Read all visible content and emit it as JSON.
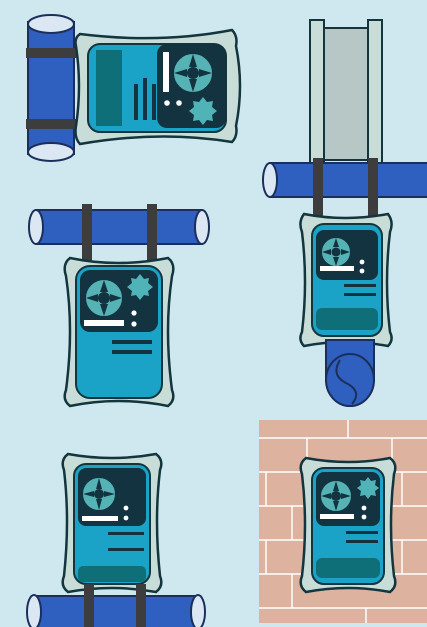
{
  "colors": {
    "background": "#cfe8f0",
    "pipe_blue": "#2f5fbf",
    "pipe_outline": "#1b2f5a",
    "pipe_end": "#dbe8f4",
    "housing_fill": "#c9ddd8",
    "housing_outline": "#13353e",
    "panel_teal": "#1aa3c7",
    "panel_dark": "#12333f",
    "panel_deep_teal": "#0f6f79",
    "wheel_teal": "#56b3b5",
    "gear_teal": "#4fb3b8",
    "white": "#ffffff",
    "strap_dark": "#3d3d3d",
    "brick": "#ddb3a0",
    "brick_line": "#ffffff",
    "duct_grey": "#b7c7c6"
  },
  "diagrams": [
    {
      "name": "horizontal-meter-on-vertical-pipe"
    },
    {
      "name": "meter-below-horizontal-pipe-with-vertical-duct"
    },
    {
      "name": "meter-hanging-below-horizontal-pipe"
    },
    {
      "name": "meter-above-pipe-end-view"
    },
    {
      "name": "meter-above-horizontal-pipe"
    },
    {
      "name": "meter-on-brick-wall"
    }
  ],
  "icons": [
    "wheel-icon",
    "gear-icon"
  ]
}
